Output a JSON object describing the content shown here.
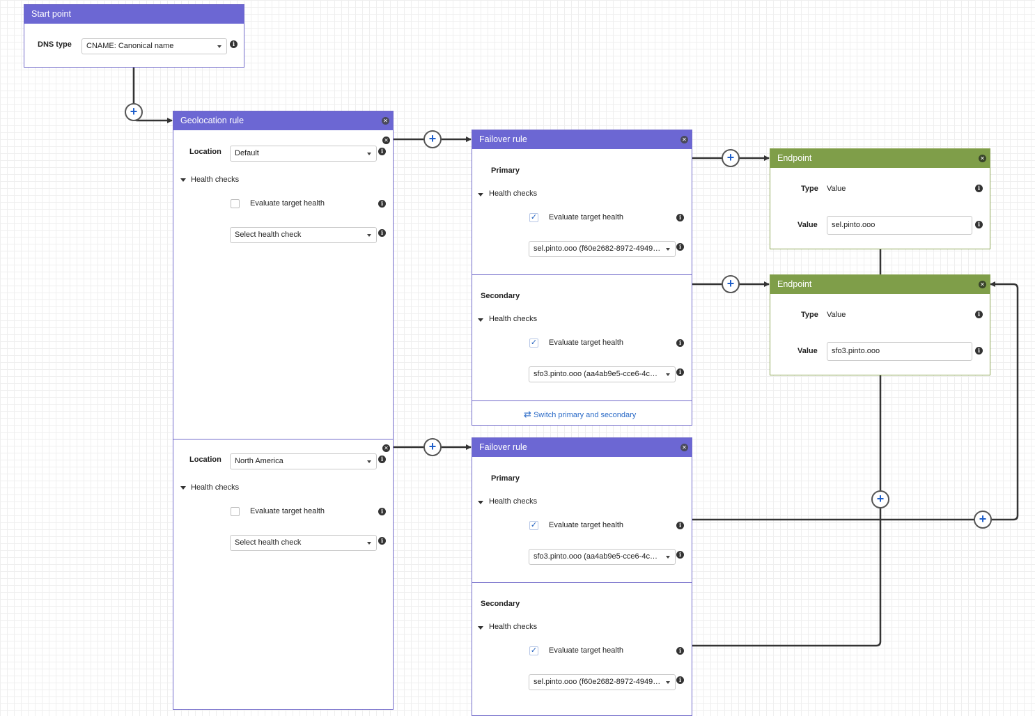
{
  "start_point": {
    "title": "Start point",
    "dns_type_label": "DNS type",
    "dns_type_value": "CNAME: Canonical name"
  },
  "geolocation_rule": {
    "title": "Geolocation rule",
    "rules": [
      {
        "location_label": "Location",
        "location_value": "Default",
        "health_checks_label": "Health checks",
        "evaluate_label": "Evaluate target health",
        "evaluate_checked": false,
        "health_check_select": "Select health check"
      },
      {
        "location_label": "Location",
        "location_value": "North America",
        "health_checks_label": "Health checks",
        "evaluate_label": "Evaluate target health",
        "evaluate_checked": false,
        "health_check_select": "Select health check"
      }
    ]
  },
  "failover_rules": [
    {
      "title": "Failover rule",
      "primary": {
        "label": "Primary",
        "health_checks_label": "Health checks",
        "evaluate_label": "Evaluate target health",
        "evaluate_checked": true,
        "health_check_value": "sel.pinto.ooo (f60e2682-8972-4949-…"
      },
      "secondary": {
        "label": "Secondary",
        "health_checks_label": "Health checks",
        "evaluate_label": "Evaluate target health",
        "evaluate_checked": true,
        "health_check_value": "sfo3.pinto.ooo (aa4ab9e5-cce6-4c4…"
      },
      "switch_label": "Switch primary and secondary"
    },
    {
      "title": "Failover rule",
      "primary": {
        "label": "Primary",
        "health_checks_label": "Health checks",
        "evaluate_label": "Evaluate target health",
        "evaluate_checked": true,
        "health_check_value": "sfo3.pinto.ooo (aa4ab9e5-cce6-4c4…"
      },
      "secondary": {
        "label": "Secondary",
        "health_checks_label": "Health checks",
        "evaluate_label": "Evaluate target health",
        "evaluate_checked": true,
        "health_check_value": "sel.pinto.ooo (f60e2682-8972-4949-…"
      }
    }
  ],
  "endpoints": [
    {
      "title": "Endpoint",
      "type_label": "Type",
      "type_value": "Value",
      "value_label": "Value",
      "value": "sel.pinto.ooo"
    },
    {
      "title": "Endpoint",
      "type_label": "Type",
      "type_value": "Value",
      "value_label": "Value",
      "value": "sfo3.pinto.ooo"
    }
  ],
  "icons": {
    "add": "plus-circle-icon",
    "info": "info-icon",
    "close": "close-circle-icon",
    "expand": "caret-down-icon",
    "switch": "swap-arrows-icon"
  },
  "colors": {
    "rule_header": "#6c67d3",
    "endpoint_header": "#7f9e49",
    "link": "#2a6ac7",
    "wire": "#333333"
  }
}
